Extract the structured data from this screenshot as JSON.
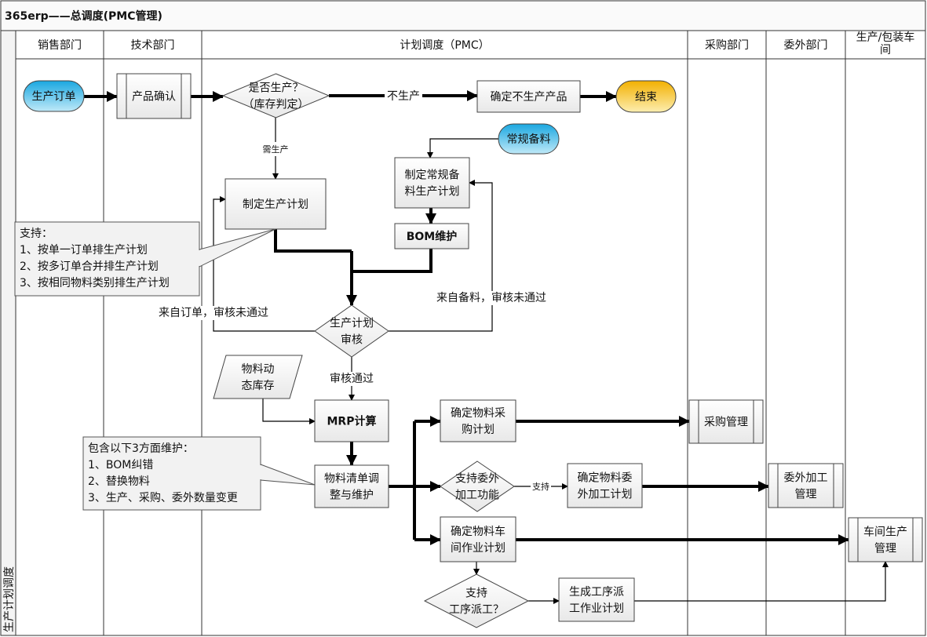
{
  "pool_title": "365erp——总调度(PMC管理)",
  "pool_side_label": "生产计划调度",
  "lanes": [
    {
      "label": [
        "销售部门"
      ]
    },
    {
      "label": [
        "技术部门"
      ]
    },
    {
      "label": [
        "计划调度（PMC）"
      ]
    },
    {
      "label": [
        "采购部门"
      ]
    },
    {
      "label": [
        "委外部门"
      ]
    },
    {
      "label": [
        "生产/包装车",
        "间"
      ]
    }
  ],
  "nodes": [
    {
      "id": "order",
      "type": "terminator",
      "fill": "#1fb2e8",
      "lines": [
        "生产订单"
      ]
    },
    {
      "id": "confirm",
      "type": "subprocess",
      "lines": [
        "产品确认"
      ]
    },
    {
      "id": "produce_q",
      "type": "decision",
      "lines": [
        "是否生产？",
        "（库存判定）"
      ]
    },
    {
      "id": "no_produce",
      "type": "process",
      "lines": [
        "确定不生产产品"
      ]
    },
    {
      "id": "end",
      "type": "terminator",
      "fill": "#f5b800",
      "lines": [
        "结束"
      ]
    },
    {
      "id": "plan",
      "type": "process",
      "lines": [
        "制定生产计划"
      ]
    },
    {
      "id": "stock",
      "type": "terminator",
      "fill": "#1fb2e8",
      "lines": [
        "常规备料"
      ]
    },
    {
      "id": "stock_plan",
      "type": "process",
      "lines": [
        "制定常规备",
        "料生产计划"
      ]
    },
    {
      "id": "bom",
      "type": "process",
      "lines": [
        "BOM维护"
      ]
    },
    {
      "id": "audit",
      "type": "decision",
      "lines": [
        "生产计划",
        "审核"
      ]
    },
    {
      "id": "inventory",
      "type": "data",
      "lines": [
        "物料动",
        "态库存"
      ]
    },
    {
      "id": "mrp",
      "type": "process",
      "lines": [
        "MRP计算"
      ]
    },
    {
      "id": "bom_adjust",
      "type": "process",
      "lines": [
        "物料清单调",
        "整与维护"
      ]
    },
    {
      "id": "purchase_plan",
      "type": "process",
      "lines": [
        "确定物料采",
        "购计划"
      ]
    },
    {
      "id": "outsource_q",
      "type": "decision",
      "lines": [
        "支持委外",
        "加工功能"
      ]
    },
    {
      "id": "outsource_plan",
      "type": "process",
      "lines": [
        "确定物料委",
        "外加工计划"
      ]
    },
    {
      "id": "workshop_plan",
      "type": "process",
      "lines": [
        "确定物料车",
        "间作业计划"
      ]
    },
    {
      "id": "dispatch_q",
      "type": "decision",
      "lines": [
        "支持",
        "工序派工？"
      ]
    },
    {
      "id": "dispatch_plan",
      "type": "process",
      "lines": [
        "生成工序派",
        "工作业计划"
      ]
    },
    {
      "id": "purchase_mgmt",
      "type": "subprocess",
      "lines": [
        "采购管理"
      ]
    },
    {
      "id": "outsource_mgmt",
      "type": "subprocess",
      "lines": [
        "委外加工",
        "管理"
      ]
    },
    {
      "id": "workshop_mgmt",
      "type": "subprocess",
      "lines": [
        "车间生产",
        "管理"
      ]
    }
  ],
  "edge_labels": {
    "no_produce": "不生产",
    "need_produce": "需生产",
    "from_order_rejected": "来自订单，审核未通过",
    "from_stock_rejected": "来自备料，审核未通过",
    "approved": "审核通过",
    "supported": "支持"
  },
  "callouts": [
    {
      "id": "plan_support",
      "lines": [
        "支持：",
        "1、按单一订单排生产计划",
        "2、按多订单合并排生产计划",
        "3、按相同物料类别排生产计划"
      ]
    },
    {
      "id": "bom_maint",
      "lines": [
        "包含以下3方面维护：",
        "1、BOM纠错",
        "2、替换物料",
        "3、生产、采购、委外数量变更"
      ]
    }
  ]
}
